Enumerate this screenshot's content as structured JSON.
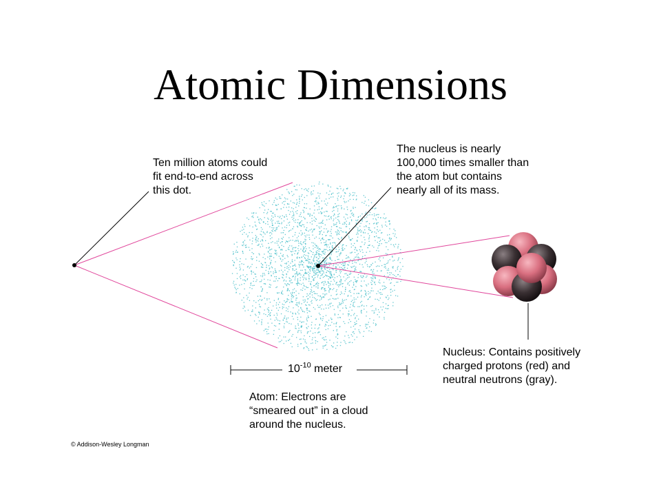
{
  "title": "Atomic Dimensions",
  "dot_caption": [
    "Ten million atoms could",
    "fit end-to-end across",
    "this dot."
  ],
  "nucleus_size_caption": [
    "The nucleus is nearly",
    "100,000 times smaller than",
    "the atom but contains",
    "nearly all of its mass."
  ],
  "nucleus_caption": [
    "Nucleus: Contains positively",
    "charged protons (red) and",
    "neutral neutrons (gray)."
  ],
  "atom_caption": [
    "Atom: Electrons are",
    "“smeared out” in a cloud",
    "around the nucleus."
  ],
  "scale": {
    "base": "10",
    "exponent": "-10",
    "unit": "meter"
  },
  "copyright": "© Addison-Wesley Longman",
  "colors": {
    "zoom_lines": "#e0449a",
    "electron_cloud": "#5ec6cf",
    "proton": "#d96f80",
    "neutron": "#3a3033"
  }
}
